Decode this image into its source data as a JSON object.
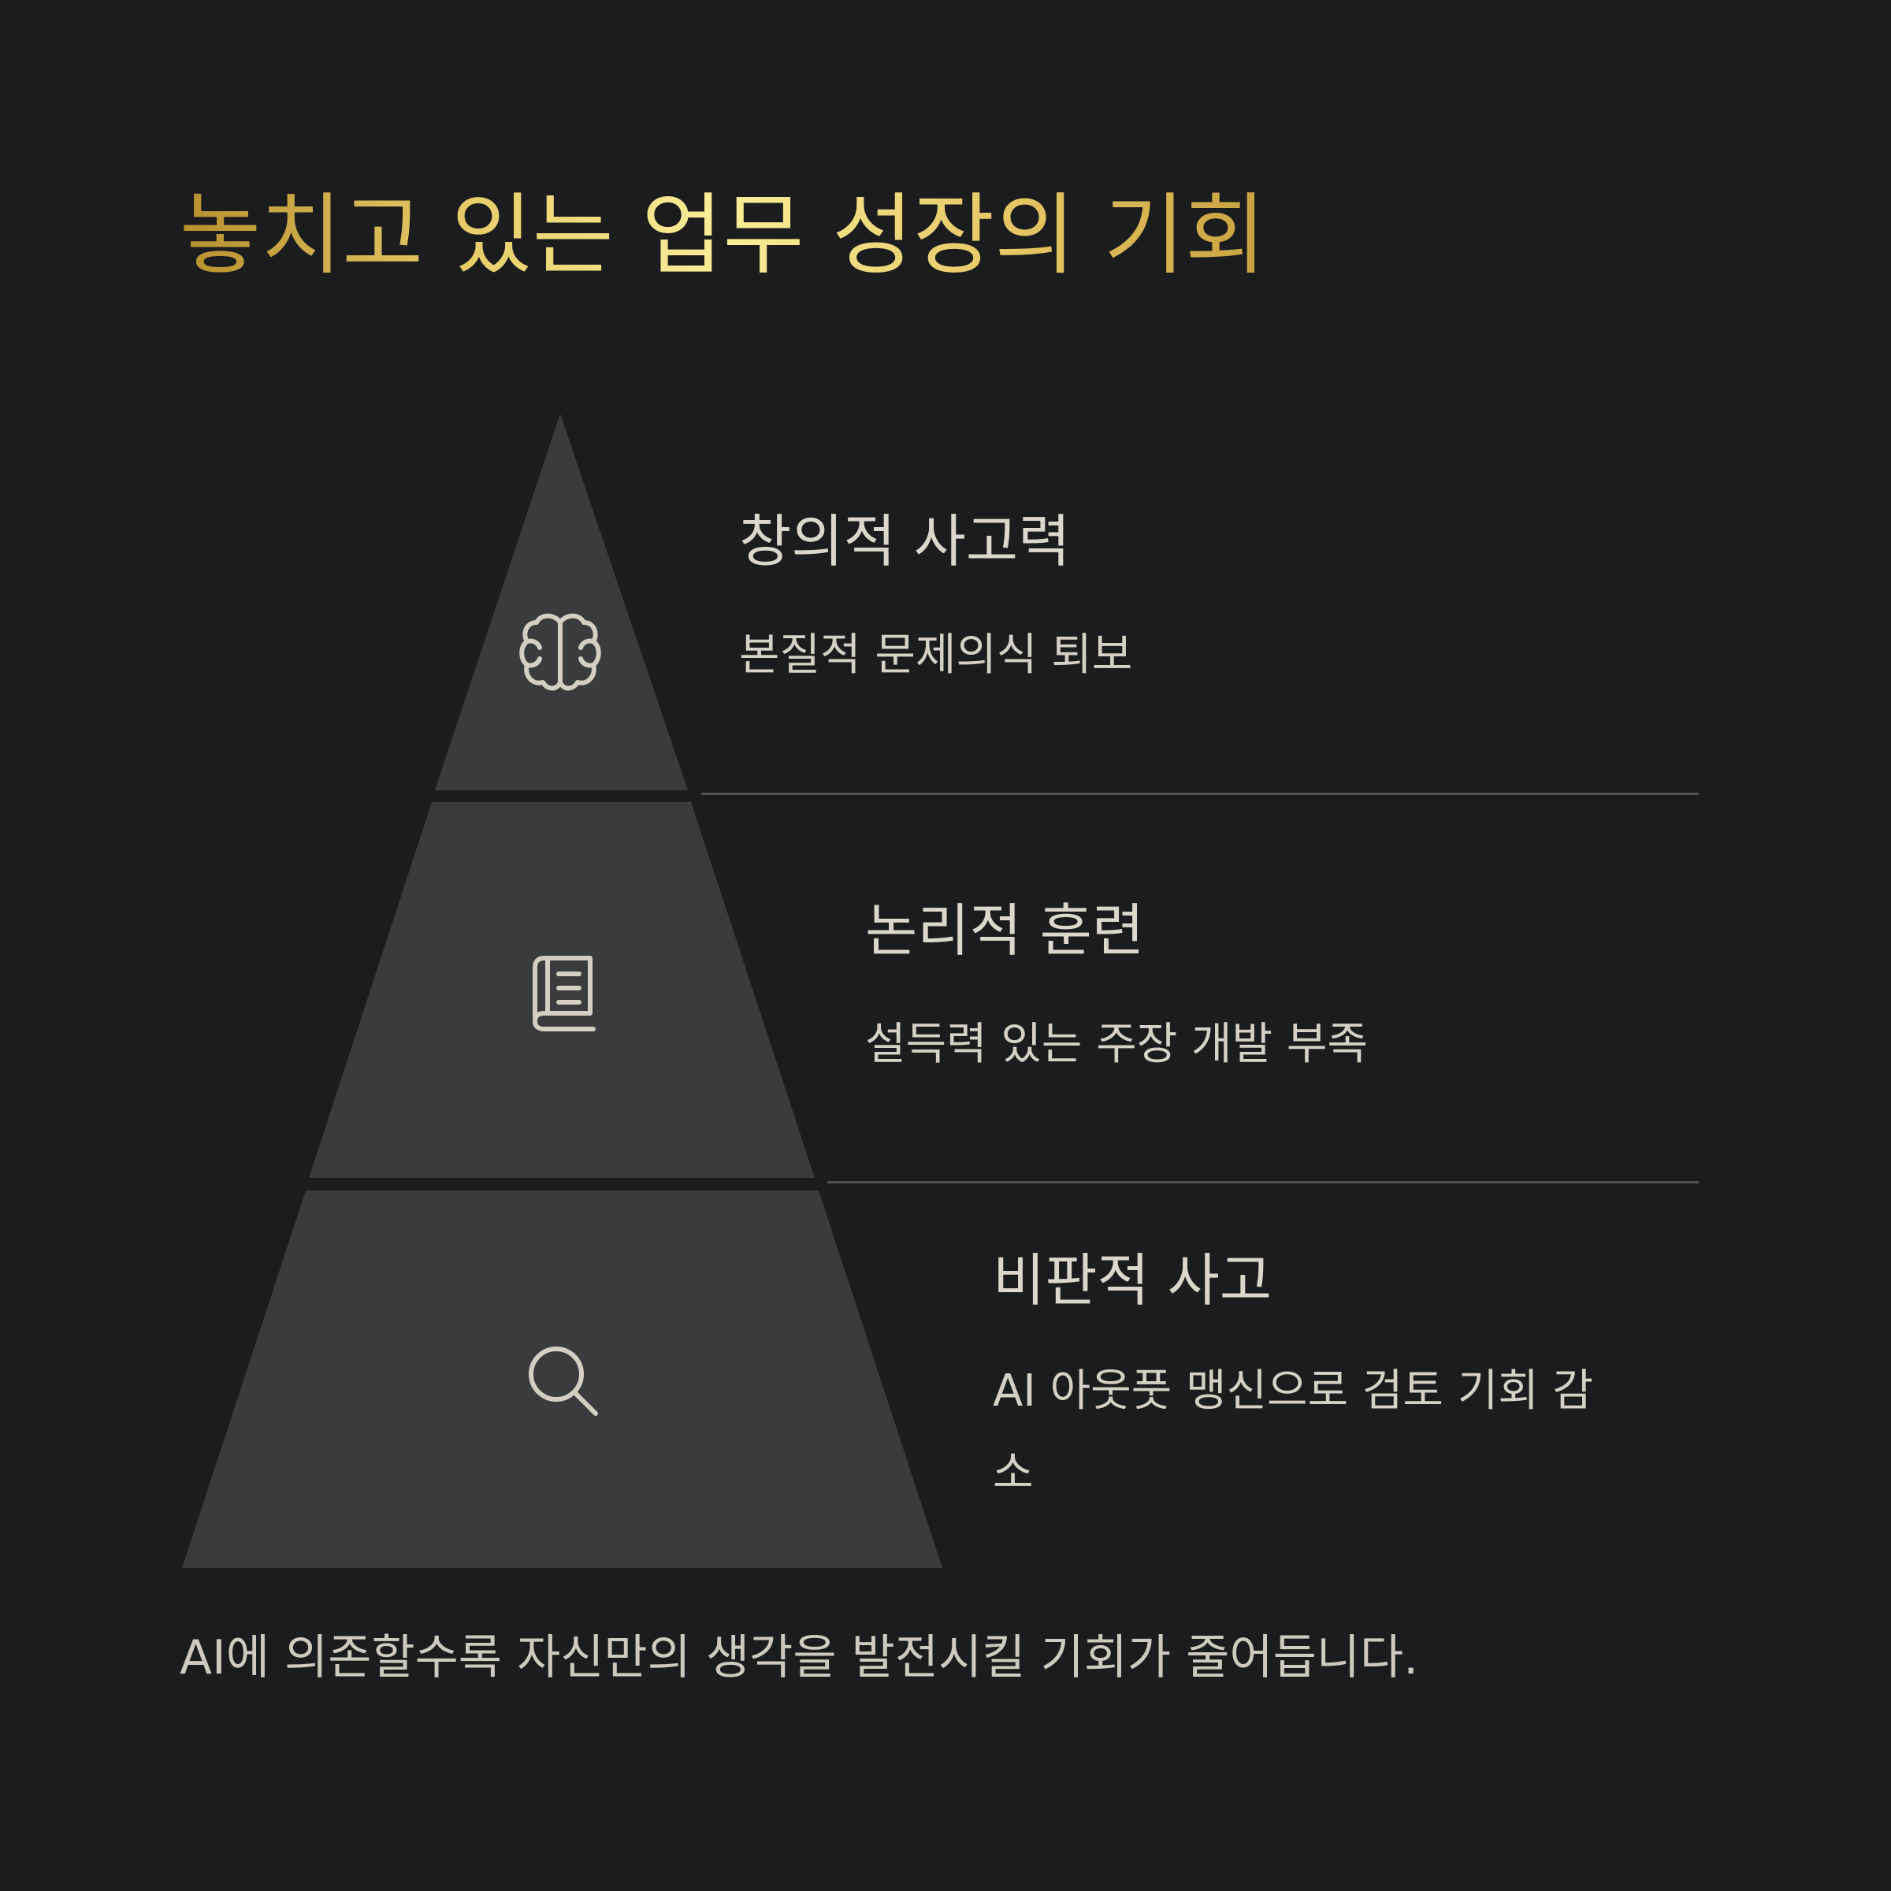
{
  "title": "놓치고 있는 업무 성장의 기회",
  "colors": {
    "background": "#1b1c1e",
    "tier_fill": "#3a3b3d",
    "title_gold": "#e9cf6c",
    "text": "#dcd7cc",
    "icon": "#d4cfc3",
    "divider": "#505153"
  },
  "tiers": [
    {
      "icon": "brain-icon",
      "title": "창의적 사고력",
      "description": "본질적 문제의식 퇴보"
    },
    {
      "icon": "book-icon",
      "title": "논리적 훈련",
      "description": "설득력 있는 주장 개발 부족"
    },
    {
      "icon": "search-icon",
      "title": "비판적 사고",
      "description": "AI 아웃풋 맹신으로 검토 기회 감소"
    }
  ],
  "footer": "AI에 의존할수록 자신만의 생각을 발전시킬 기회가 줄어듭니다."
}
